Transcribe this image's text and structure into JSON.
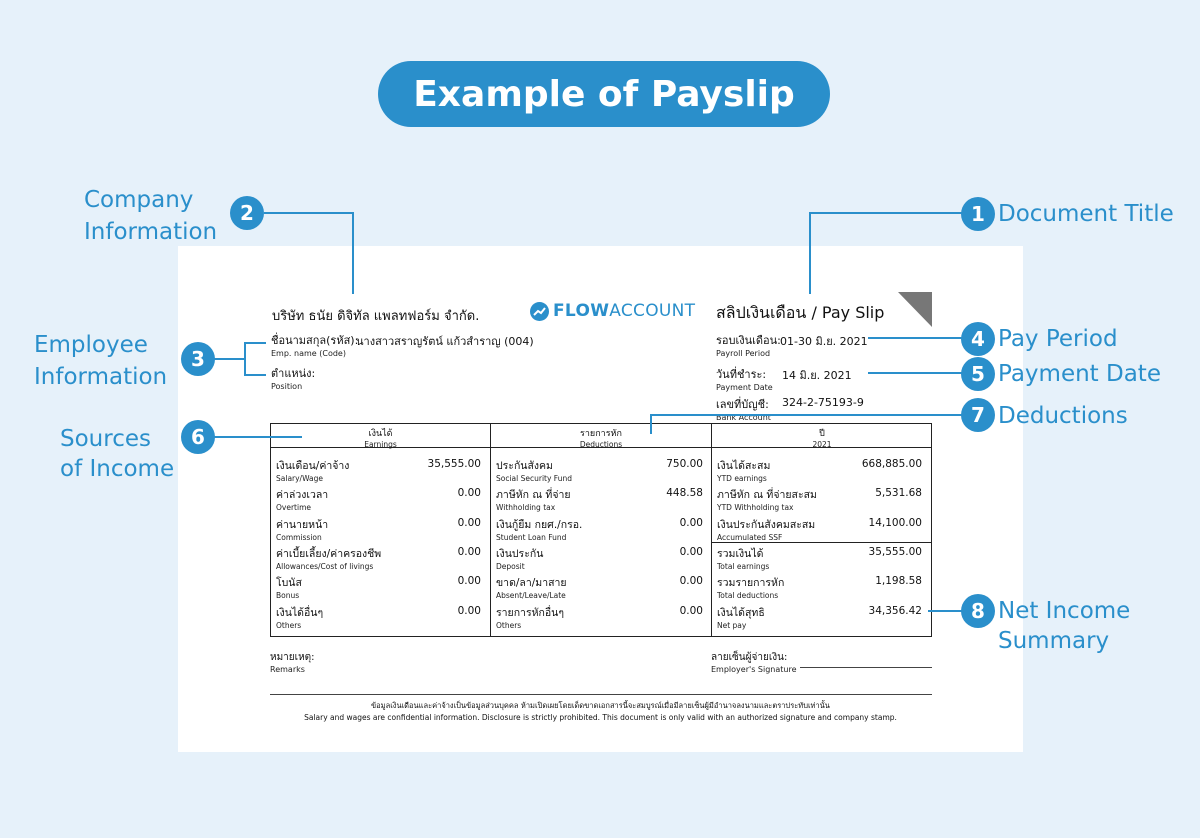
{
  "banner": "Example of Payslip",
  "callouts": {
    "c1": {
      "num": "1",
      "label": "Document Title"
    },
    "c2": {
      "num": "2",
      "line1": "Company",
      "line2": "Information"
    },
    "c3": {
      "num": "3",
      "line1": "Employee",
      "line2": "Information"
    },
    "c4": {
      "num": "4",
      "label": "Pay Period"
    },
    "c5": {
      "num": "5",
      "label": "Payment Date"
    },
    "c6": {
      "num": "6",
      "line1": "Sources",
      "line2": "of Income"
    },
    "c7": {
      "num": "7",
      "label": "Deductions"
    },
    "c8": {
      "num": "8",
      "line1": "Net Income",
      "line2": "Summary"
    }
  },
  "colors": {
    "accent": "#2a8fcb",
    "background": "#e6f1fa"
  },
  "payslip": {
    "company": "บริษัท ธนัย ดิจิทัล แพลทฟอร์ม จำกัด.",
    "logo": {
      "icon": "chart-line-icon",
      "bold": "FLOW",
      "rest": "ACCOUNT"
    },
    "title": "สลิปเงินเดือน / Pay Slip",
    "emp_name": {
      "th": "ชื่อนามสกุล(รหัส):",
      "en": "Emp. name (Code)",
      "value": "นางสาวสราญรัตน์ แก้วสำราญ (004)"
    },
    "position": {
      "th": "ตำแหน่ง:",
      "en": "Position"
    },
    "payroll_period": {
      "th": "รอบเงินเดือน:",
      "en": "Payroll Period",
      "value": "01-30 มิ.ย. 2021"
    },
    "payment_date": {
      "th": "วันที่ชำระ:",
      "en": "Payment Date",
      "value": "14 มิ.ย. 2021"
    },
    "bank_account": {
      "th": "เลขที่บัญชี:",
      "en": "Bank Account",
      "value": "324-2-75193-9"
    },
    "columns": {
      "earnings": {
        "th": "เงินได้",
        "en": "Earnings"
      },
      "deductions": {
        "th": "รายการหัก",
        "en": "Deductions"
      },
      "year": {
        "th": "ปี",
        "en": "2021"
      }
    },
    "earnings": [
      {
        "th": "เงินเดือน/ค่าจ้าง",
        "en": "Salary/Wage",
        "value": "35,555.00"
      },
      {
        "th": "ค่าล่วงเวลา",
        "en": "Overtime",
        "value": "0.00"
      },
      {
        "th": "ค่านายหน้า",
        "en": "Commission",
        "value": "0.00"
      },
      {
        "th": "ค่าเบี้ยเลี้ยง/ค่าครองชีพ",
        "en": "Allowances/Cost of livings",
        "value": "0.00"
      },
      {
        "th": "โบนัส",
        "en": "Bonus",
        "value": "0.00"
      },
      {
        "th": "เงินได้อื่นๆ",
        "en": "Others",
        "value": "0.00"
      }
    ],
    "deductions": [
      {
        "th": "ประกันสังคม",
        "en": "Social Security Fund",
        "value": "750.00"
      },
      {
        "th": "ภาษีหัก ณ ที่จ่าย",
        "en": "Withholding tax",
        "value": "448.58"
      },
      {
        "th": "เงินกู้ยืม กยศ./กรอ.",
        "en": "Student Loan Fund",
        "value": "0.00"
      },
      {
        "th": "เงินประกัน",
        "en": "Deposit",
        "value": "0.00"
      },
      {
        "th": "ขาด/ลา/มาสาย",
        "en": "Absent/Leave/Late",
        "value": "0.00"
      },
      {
        "th": "รายการหักอื่นๆ",
        "en": "Others",
        "value": "0.00"
      }
    ],
    "ytd": [
      {
        "th": "เงินได้สะสม",
        "en": "YTD earnings",
        "value": "668,885.00"
      },
      {
        "th": "ภาษีหัก ณ ที่จ่ายสะสม",
        "en": "YTD Withholding tax",
        "value": "5,531.68"
      },
      {
        "th": "เงินประกันสังคมสะสม",
        "en": "Accumulated SSF",
        "value": "14,100.00"
      }
    ],
    "totals": [
      {
        "th": "รวมเงินได้",
        "en": "Total earnings",
        "value": "35,555.00"
      },
      {
        "th": "รวมรายการหัก",
        "en": "Total deductions",
        "value": "1,198.58"
      },
      {
        "th": "เงินได้สุทธิ",
        "en": "Net pay",
        "value": "34,356.42"
      }
    ],
    "remarks": {
      "th": "หมายเหตุ:",
      "en": "Remarks"
    },
    "signature": {
      "th": "ลายเซ็นผู้จ่ายเงิน:",
      "en": "Employer's Signature"
    },
    "footer_th": "ข้อมูลเงินเดือนและค่าจ้างเป็นข้อมูลส่วนบุคคล ห้ามเปิดเผยโดยเด็ดขาดเอกสารนี้จะสมบูรณ์เมื่อมีลายเซ็นผู้มีอำนาจลงนามและตราประทับเท่านั้น",
    "footer_en": "Salary and wages are confidential information. Disclosure is strictly prohibited. This document is only valid with an authorized signature and company stamp."
  }
}
